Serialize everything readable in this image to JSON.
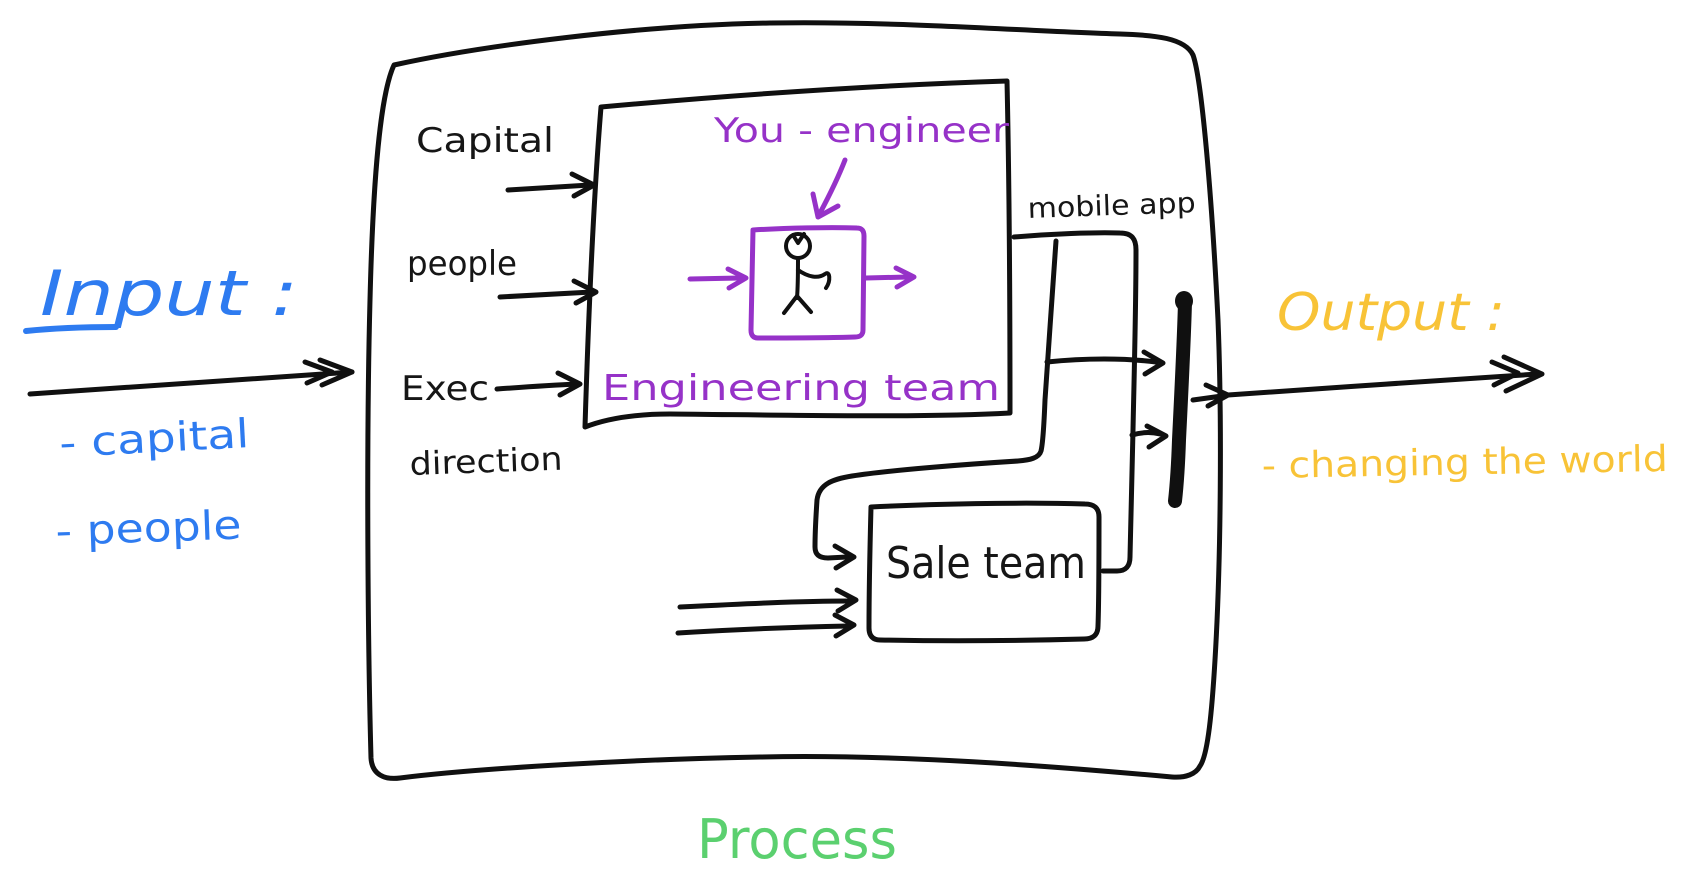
{
  "title": "Input - Process - Output hand-drawn diagram",
  "colors": {
    "ink": "#101010",
    "blue": "#2e7bf0",
    "purple": "#9632c8",
    "green": "#5bd06f",
    "yellow": "#f8c337"
  },
  "input": {
    "title": "Input :",
    "items": [
      "- capital",
      "- people"
    ]
  },
  "process": {
    "title": "Process",
    "resources": {
      "capital": "Capital",
      "people": "people",
      "exec": "Exec",
      "direction": "direction"
    },
    "engineering": {
      "annotation": "You - engineer",
      "team_label": "Engineering team"
    },
    "artifact_label": "mobile app",
    "sales": {
      "team_label": "Sale team"
    }
  },
  "output": {
    "title": "Output :",
    "items": [
      "- changing the world"
    ]
  }
}
